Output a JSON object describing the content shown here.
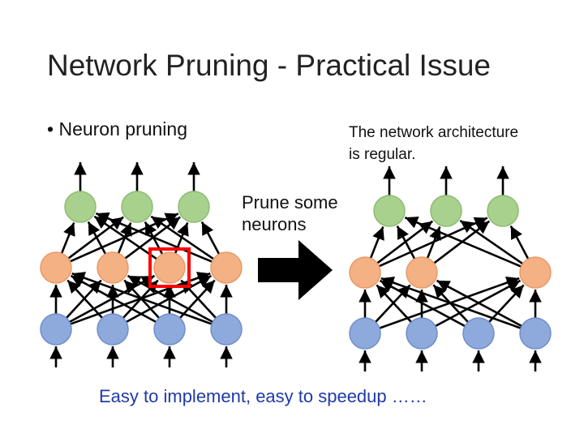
{
  "slide": {
    "title": "Network Pruning - Practical Issue",
    "bullet_symbol": "•",
    "bullet": "Neuron pruning",
    "note_line1": "The network architecture",
    "note_line2": "is regular.",
    "prune_line1": "Prune some",
    "prune_line2": "neurons",
    "footer": "Easy to implement, easy to speedup ……"
  },
  "colors": {
    "input_fill": "#8ea9db",
    "input_stroke": "#6f8fc9",
    "hidden_fill": "#f4b183",
    "hidden_stroke": "#e89a6a",
    "output_fill": "#a9d18e",
    "output_stroke": "#8dbb72",
    "highlight": "#ff0000",
    "edge": "#000000",
    "footer": "#1f3aa8"
  },
  "networks": {
    "before": {
      "layers": [
        {
          "name": "output",
          "neurons": 3
        },
        {
          "name": "hidden",
          "neurons": 4,
          "highlighted_index": 2
        },
        {
          "name": "input",
          "neurons": 4
        }
      ]
    },
    "after": {
      "layers": [
        {
          "name": "output",
          "neurons": 3
        },
        {
          "name": "hidden",
          "neurons": 3
        },
        {
          "name": "input",
          "neurons": 4
        }
      ]
    }
  },
  "icons": {
    "transform_arrow": "right-arrow-icon"
  }
}
